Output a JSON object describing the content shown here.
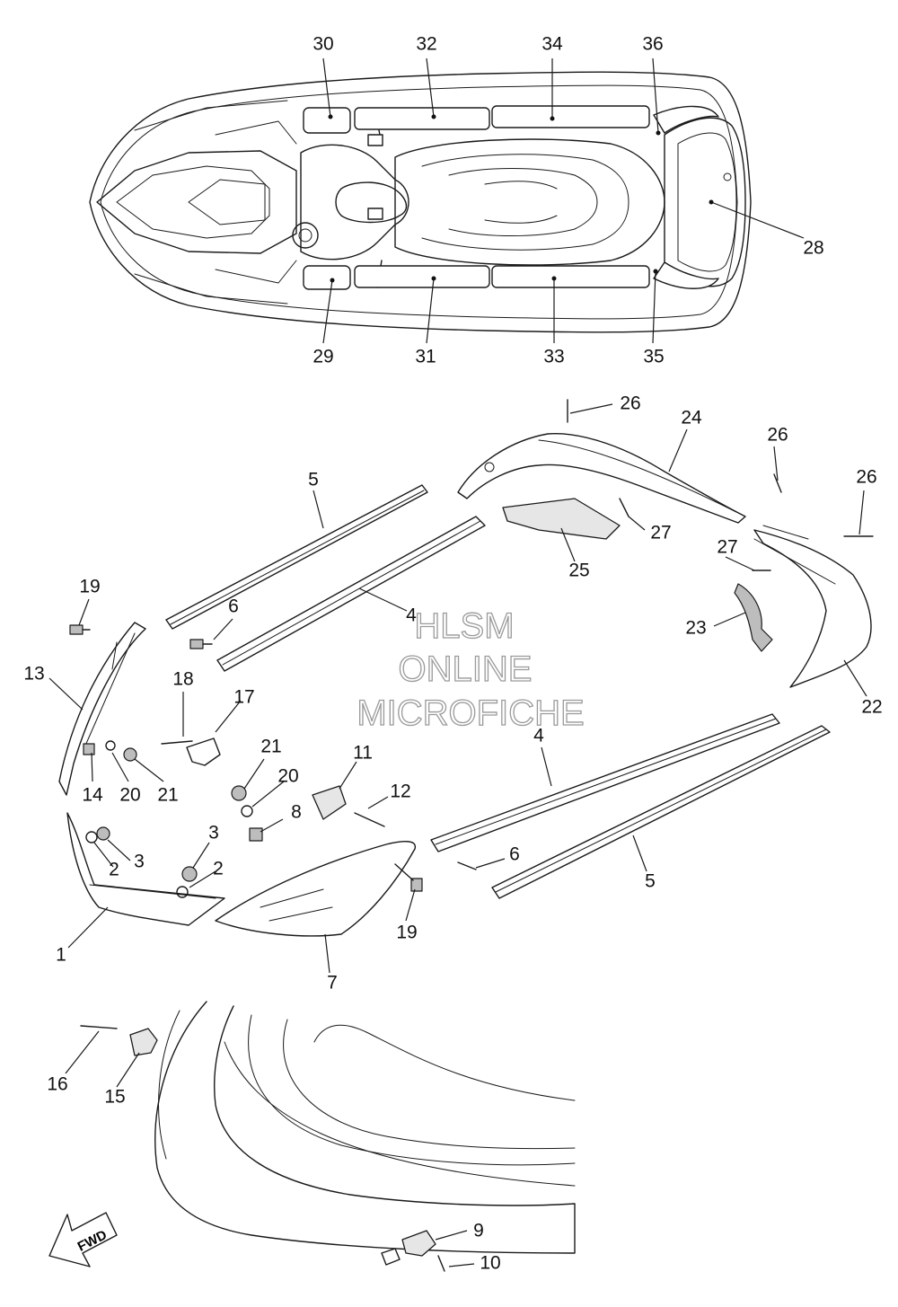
{
  "callouts": [
    {
      "num": "30"
    },
    {
      "num": "32"
    },
    {
      "num": "34"
    },
    {
      "num": "36"
    },
    {
      "num": "28"
    },
    {
      "num": "29"
    },
    {
      "num": "31"
    },
    {
      "num": "33"
    },
    {
      "num": "35"
    },
    {
      "num": "26"
    },
    {
      "num": "24"
    },
    {
      "num": "26"
    },
    {
      "num": "26"
    },
    {
      "num": "27"
    },
    {
      "num": "27"
    },
    {
      "num": "25"
    },
    {
      "num": "23"
    },
    {
      "num": "22"
    },
    {
      "num": "5"
    },
    {
      "num": "4"
    },
    {
      "num": "6"
    },
    {
      "num": "19"
    },
    {
      "num": "13"
    },
    {
      "num": "18"
    },
    {
      "num": "17"
    },
    {
      "num": "14"
    },
    {
      "num": "20"
    },
    {
      "num": "21"
    },
    {
      "num": "21"
    },
    {
      "num": "20"
    },
    {
      "num": "8"
    },
    {
      "num": "11"
    },
    {
      "num": "12"
    },
    {
      "num": "4"
    },
    {
      "num": "6"
    },
    {
      "num": "5"
    },
    {
      "num": "3"
    },
    {
      "num": "2"
    },
    {
      "num": "3"
    },
    {
      "num": "2"
    },
    {
      "num": "1"
    },
    {
      "num": "19"
    },
    {
      "num": "7"
    },
    {
      "num": "16"
    },
    {
      "num": "15"
    },
    {
      "num": "9"
    },
    {
      "num": "10"
    }
  ],
  "watermark": {
    "line1": "HLSM",
    "line2": "ONLINE",
    "line3": "MICROFICHE"
  },
  "direction_arrow": {
    "label": "FWD"
  }
}
